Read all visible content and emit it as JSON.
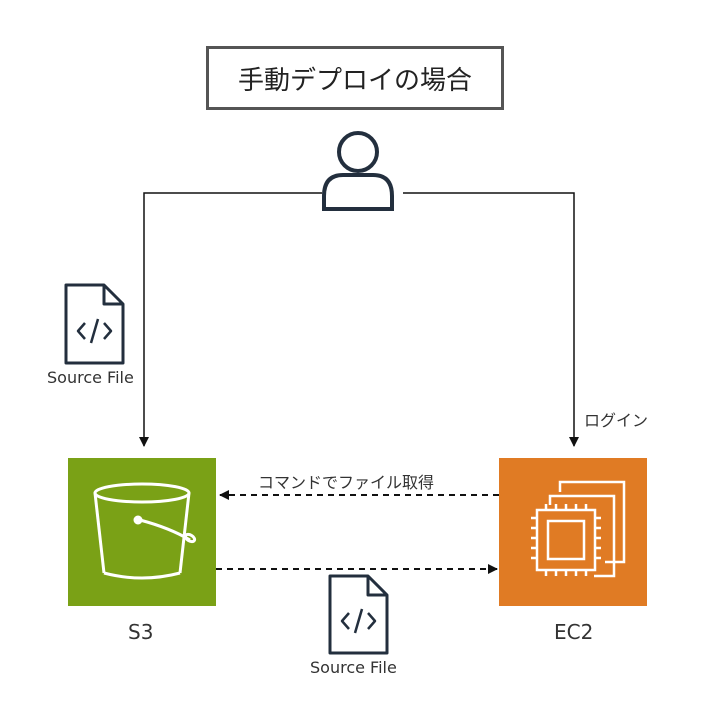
{
  "title": "手動デプロイの場合",
  "nodes": {
    "s3": {
      "label": "S3",
      "color": "#7aa116"
    },
    "ec2": {
      "label": "EC2",
      "color": "#e07b24"
    }
  },
  "edges": {
    "login_label": "ログイン",
    "fetch_label": "コマンドでファイル取得"
  },
  "files": {
    "upload_label": "Source File",
    "transfer_label": "Source File"
  },
  "icons": {
    "user": "user-icon",
    "file": "source-code-file-icon",
    "bucket": "s3-bucket-icon",
    "instance": "ec2-instance-icon"
  }
}
